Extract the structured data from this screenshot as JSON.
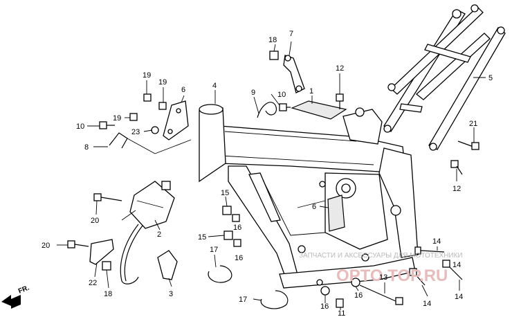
{
  "labels": {
    "l1": "1",
    "l2": "2",
    "l3": "3",
    "l4": "4",
    "l5": "5",
    "l6a": "6",
    "l6b": "6",
    "l7": "7",
    "l8": "8",
    "l9": "9",
    "l10a": "10",
    "l10b": "10",
    "l11": "11",
    "l12a": "12",
    "l12b": "12",
    "l13": "13",
    "l14a": "14",
    "l14b": "14",
    "l14c": "14",
    "l14d": "14",
    "l15a": "15",
    "l15b": "15",
    "l16a": "16",
    "l16b": "16",
    "l16c": "16",
    "l16d": "16",
    "l17a": "17",
    "l17b": "17",
    "l18a": "18",
    "l18b": "18",
    "l19a": "19",
    "l19b": "19",
    "l19c": "19",
    "l20a": "20",
    "l20b": "20",
    "l21": "21",
    "l22": "22",
    "l23": "23"
  },
  "direction": "FR.",
  "watermark": {
    "text": "ЗАПЧАСТИ И АКСЕССУАРЫ ДЛЯ МОТОТЕХНИКИ",
    "brand": "OPTO TOP.RU"
  },
  "colors": {
    "ink": "#000000",
    "paper": "#ffffff",
    "watermark": "#e7bcbc"
  }
}
